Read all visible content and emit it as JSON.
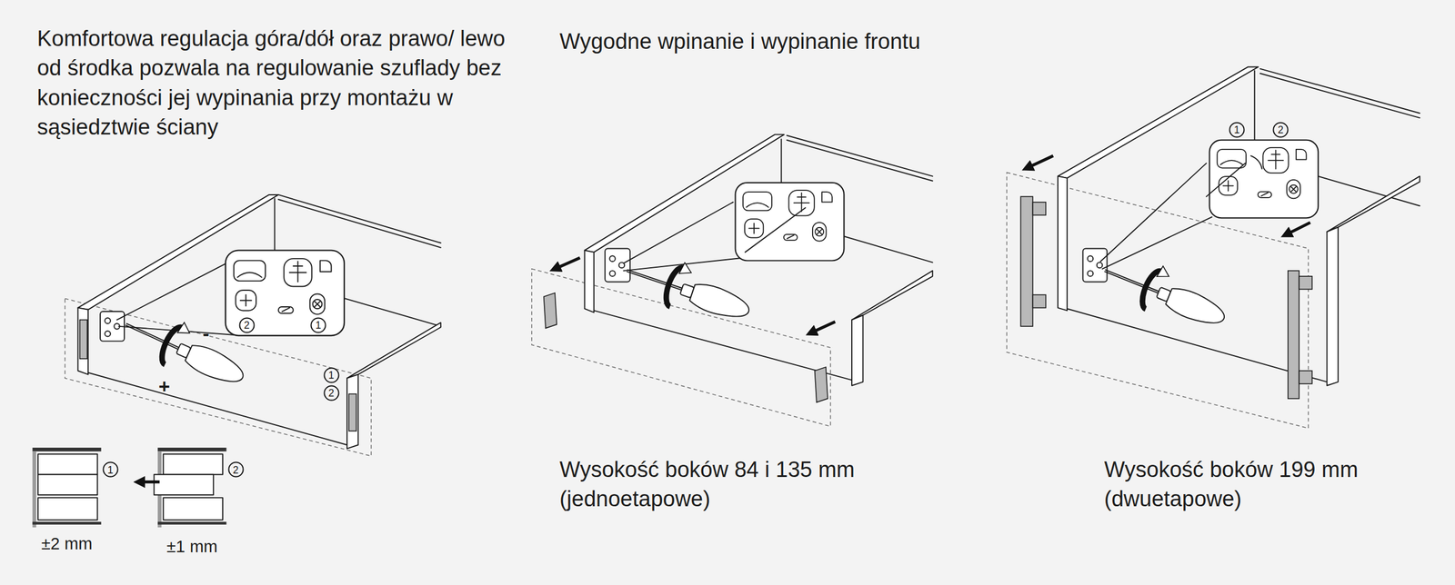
{
  "diagram": {
    "labels": [
      "Komfortowa regulacja góra/dół oraz prawo/ lewo od środka pozwala na regulowanie szuflady bez konieczności jej wypinania przy montażu w sąsiedztwie ściany",
      "Wygodne wpinanie i wypinanie frontu",
      "Wysokość boków 84 i 135 mm (jednoetapowe)",
      "Wysokość boków 199 mm (dwuetapowe)",
      "2",
      "1",
      "-",
      "+",
      "1",
      "2",
      "1",
      "±2 mm",
      "2",
      "±1 mm",
      "1",
      "2"
    ]
  }
}
